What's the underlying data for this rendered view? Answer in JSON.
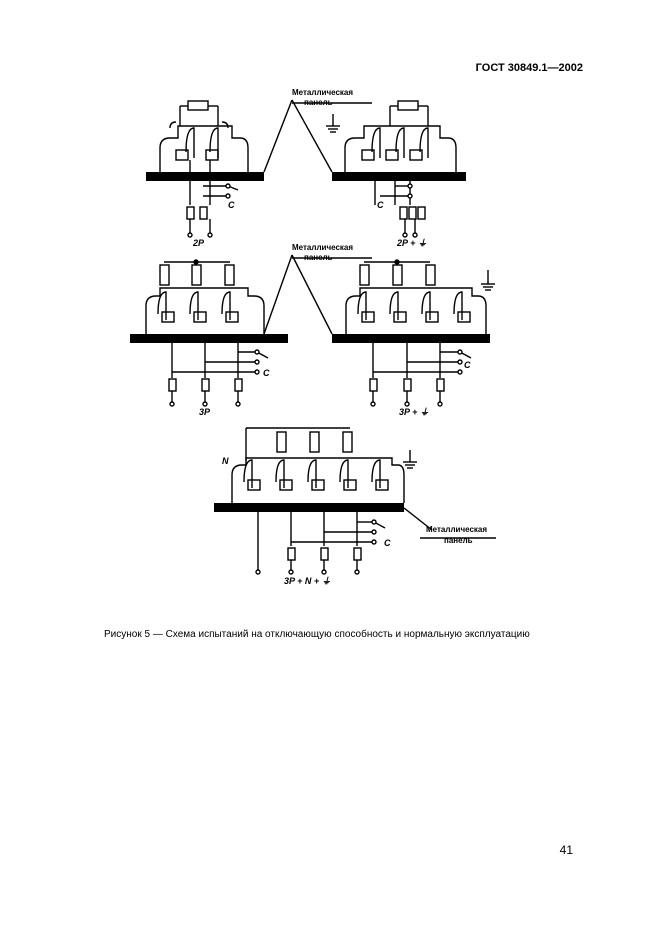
{
  "header": {
    "doc_code": "ГОСТ 30849.1—2002"
  },
  "figure": {
    "panel_label_line1": "Металлическая",
    "panel_label_line2": "панель",
    "labels": {
      "d1": "2P",
      "d2": "2P + ⏚",
      "d3": "3P",
      "d4": "3P + ⏚",
      "d5": "3P + N + ⏚",
      "c": "C",
      "n": "N"
    }
  },
  "caption": "Рисунок 5 — Схема испытаний на отключающую способность и нормальную эксплуатацию",
  "page_number": "41"
}
